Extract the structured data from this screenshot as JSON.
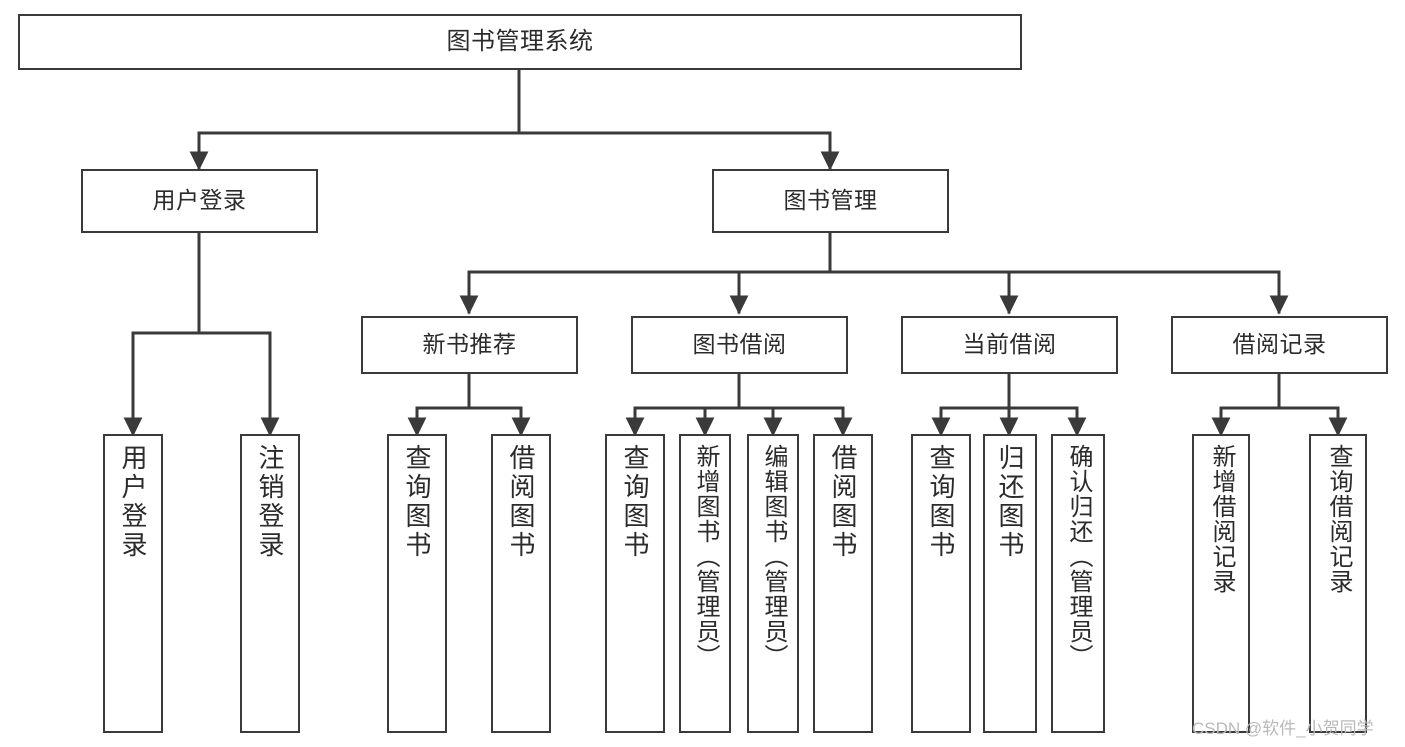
{
  "diagram": {
    "type": "tree",
    "title": "图书管理系统",
    "background_color": "#ffffff",
    "line_color": "#3a3a3a",
    "text_color": "#2b2b2b"
  },
  "root": {
    "label": "图书管理系统"
  },
  "level2": [
    {
      "id": "user-login",
      "label": "用户登录"
    },
    {
      "id": "book-management",
      "label": "图书管理"
    }
  ],
  "level3": [
    {
      "id": "new-book-recommend",
      "label": "新书推荐"
    },
    {
      "id": "book-borrow",
      "label": "图书借阅"
    },
    {
      "id": "current-borrow",
      "label": "当前借阅"
    },
    {
      "id": "borrow-record",
      "label": "借阅记录"
    }
  ],
  "leaves": {
    "user_login": [
      {
        "id": "leaf-user-login",
        "label": "用户登录"
      },
      {
        "id": "leaf-logout-login",
        "label": "注销登录"
      }
    ],
    "new_book_recommend": [
      {
        "id": "leaf-query-book-1",
        "label": "查询图书"
      },
      {
        "id": "leaf-borrow-book-1",
        "label": "借阅图书"
      }
    ],
    "book_borrow": [
      {
        "id": "leaf-query-book-2",
        "label": "查询图书"
      },
      {
        "id": "leaf-add-book-admin",
        "label": "新增图书（管理员）"
      },
      {
        "id": "leaf-edit-book-admin",
        "label": "编辑图书（管理员）"
      },
      {
        "id": "leaf-borrow-book-2",
        "label": "借阅图书"
      }
    ],
    "current_borrow": [
      {
        "id": "leaf-query-book-3",
        "label": "查询图书"
      },
      {
        "id": "leaf-return-book",
        "label": "归还图书"
      },
      {
        "id": "leaf-confirm-return-admin",
        "label": "确认归还（管理员）"
      }
    ],
    "borrow_record": [
      {
        "id": "leaf-add-borrow-record",
        "label": "新增借阅记录"
      },
      {
        "id": "leaf-query-borrow-record",
        "label": "查询借阅记录"
      }
    ]
  },
  "watermark": {
    "text": "CSDN @软件_小贺同学"
  }
}
